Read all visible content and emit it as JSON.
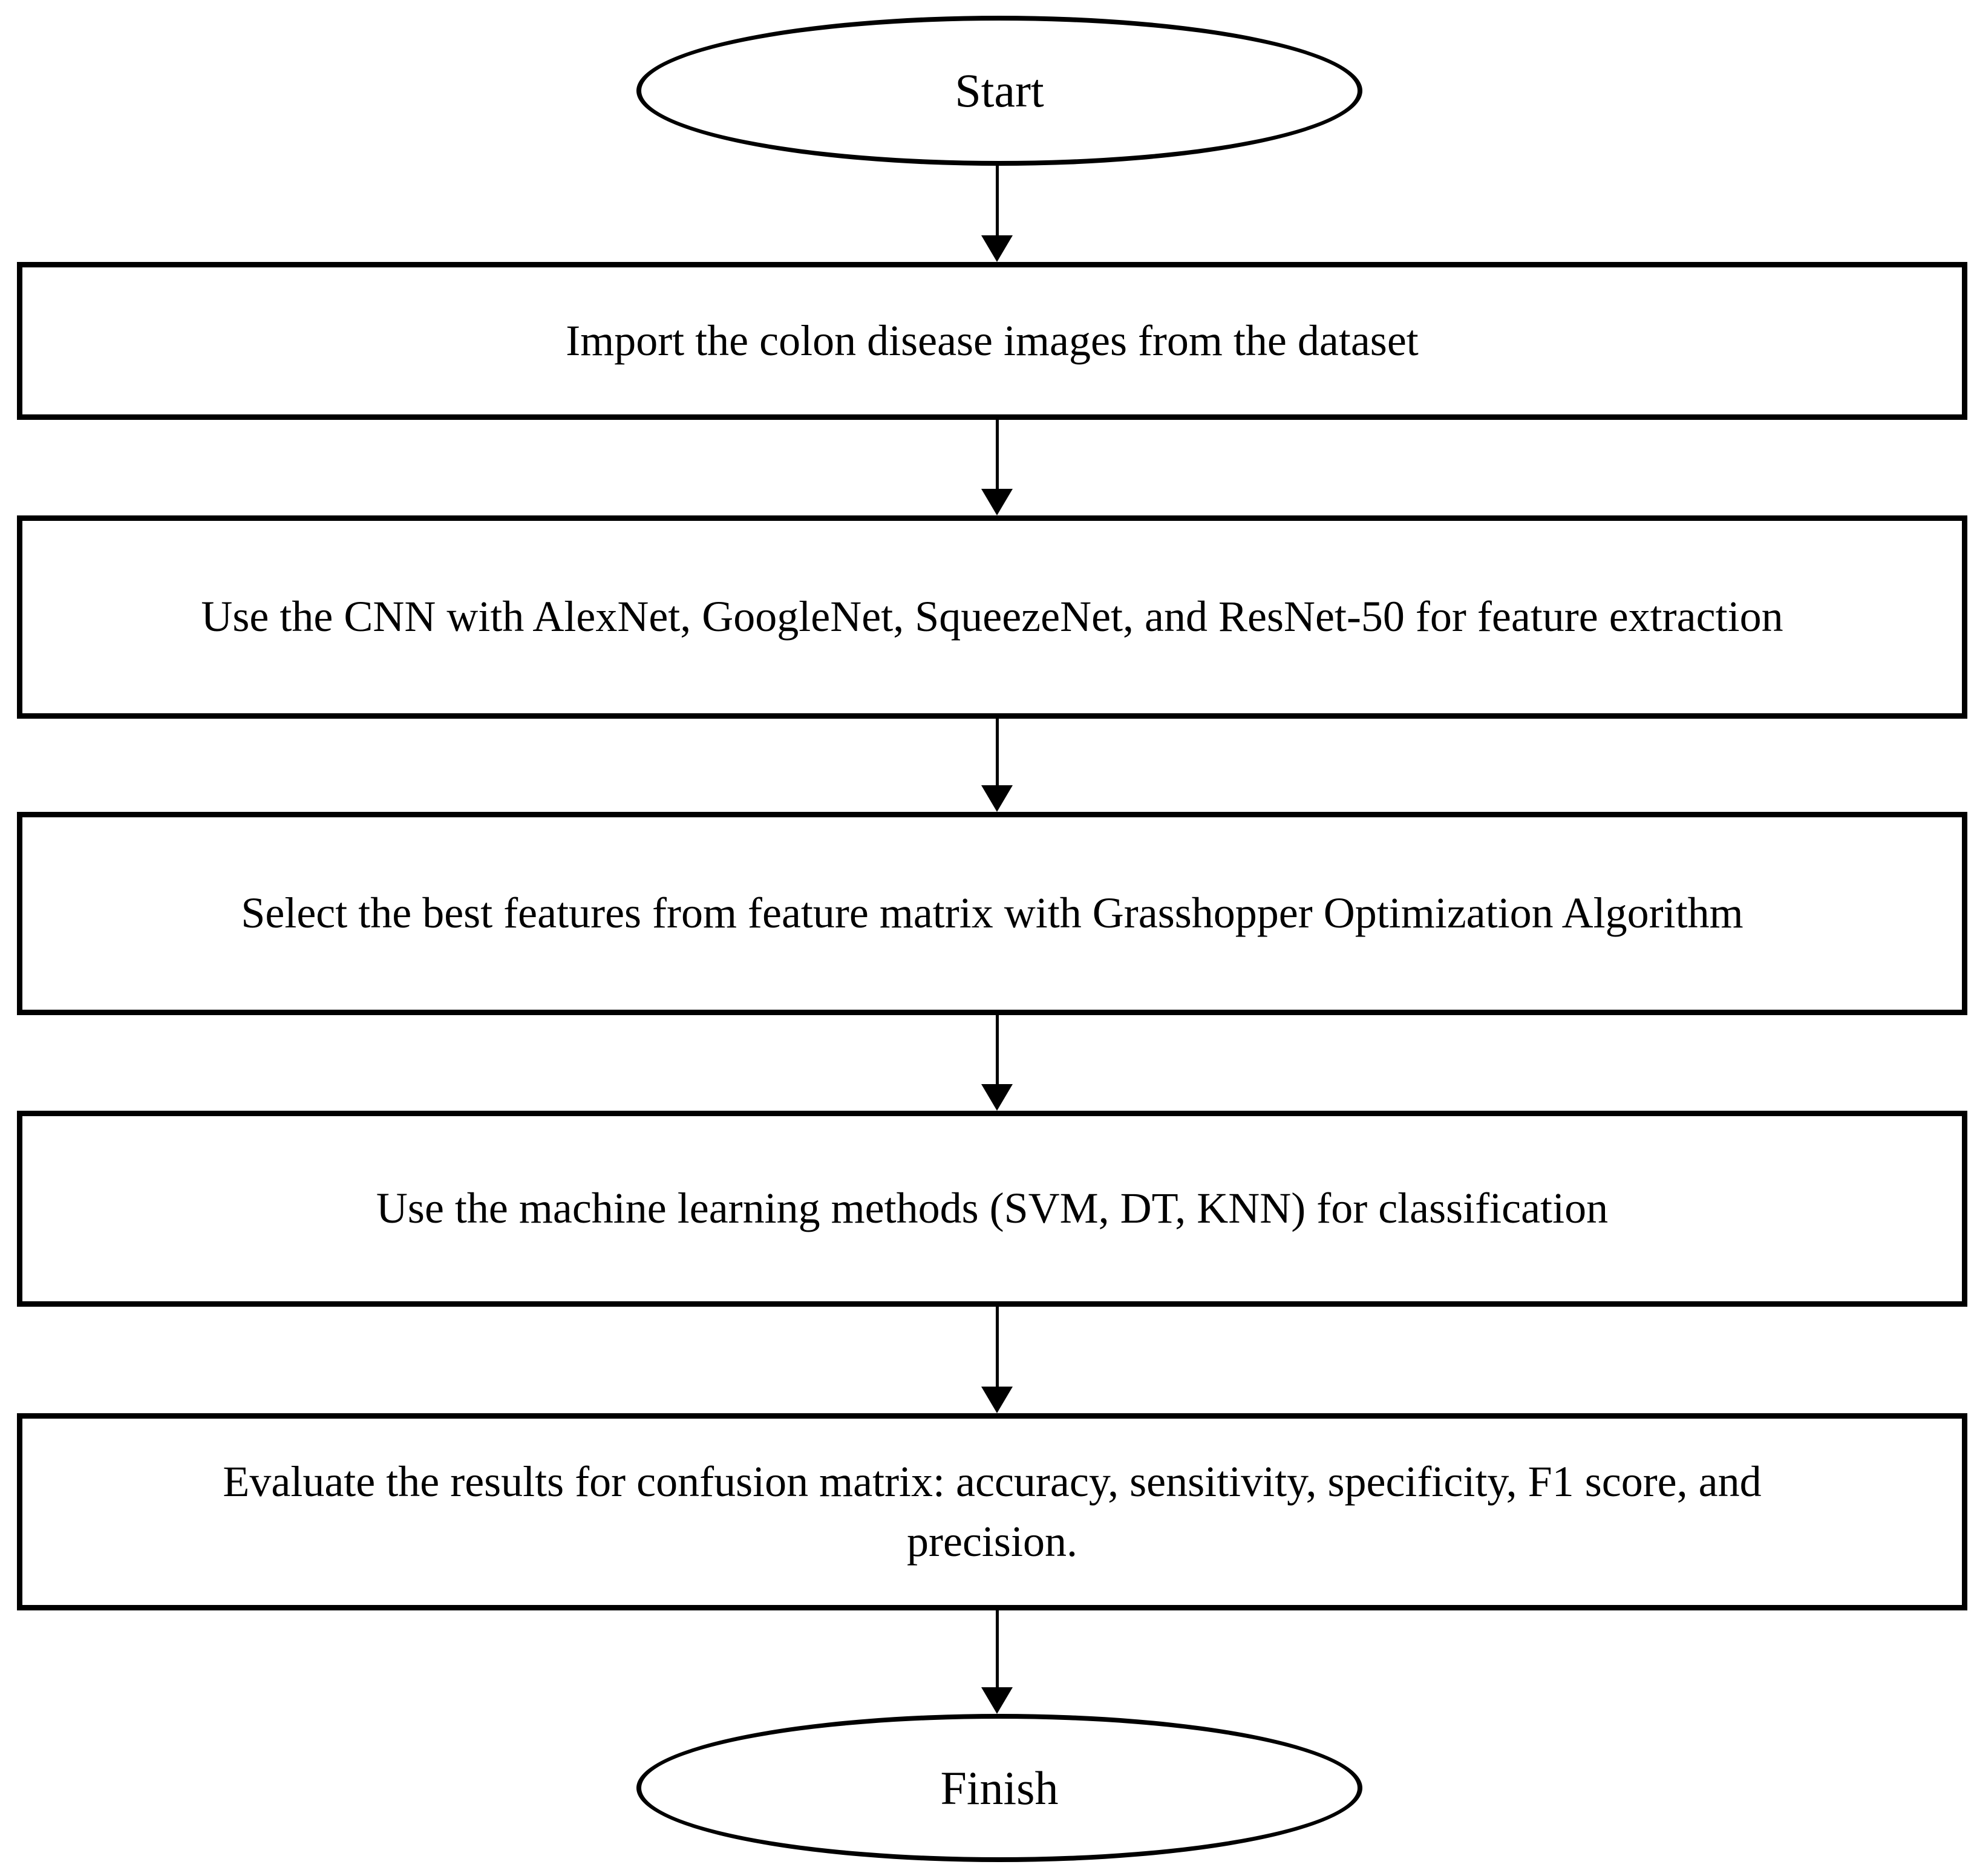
{
  "flowchart": {
    "colors": {
      "stroke": "#000000",
      "background": "#ffffff",
      "text": "#000000"
    },
    "nodes": [
      {
        "id": "start",
        "type": "terminator",
        "label": "Start"
      },
      {
        "id": "import-images",
        "type": "process",
        "label": "Import the colon disease images from the dataset"
      },
      {
        "id": "feature-extraction",
        "type": "process",
        "label": "Use the CNN with AlexNet, GoogleNet, SqueezeNet, and ResNet-50 for feature extraction"
      },
      {
        "id": "feature-selection",
        "type": "process",
        "label": "Select the best features from feature matrix with Grasshopper Optimization Algorithm"
      },
      {
        "id": "classification",
        "type": "process",
        "label": "Use the machine learning methods (SVM, DT, KNN) for classification"
      },
      {
        "id": "evaluation",
        "type": "process",
        "label": "Evaluate the results for confusion matrix: accuracy, sensitivity, specificity, F1 score, and\nprecision."
      },
      {
        "id": "finish",
        "type": "terminator",
        "label": "Finish"
      }
    ],
    "edges": [
      {
        "from": "start",
        "to": "import-images",
        "direction": "down"
      },
      {
        "from": "import-images",
        "to": "feature-extraction",
        "direction": "down"
      },
      {
        "from": "feature-extraction",
        "to": "feature-selection",
        "direction": "down"
      },
      {
        "from": "feature-selection",
        "to": "classification",
        "direction": "down"
      },
      {
        "from": "classification",
        "to": "evaluation",
        "direction": "down"
      },
      {
        "from": "evaluation",
        "to": "finish",
        "direction": "down"
      }
    ]
  }
}
